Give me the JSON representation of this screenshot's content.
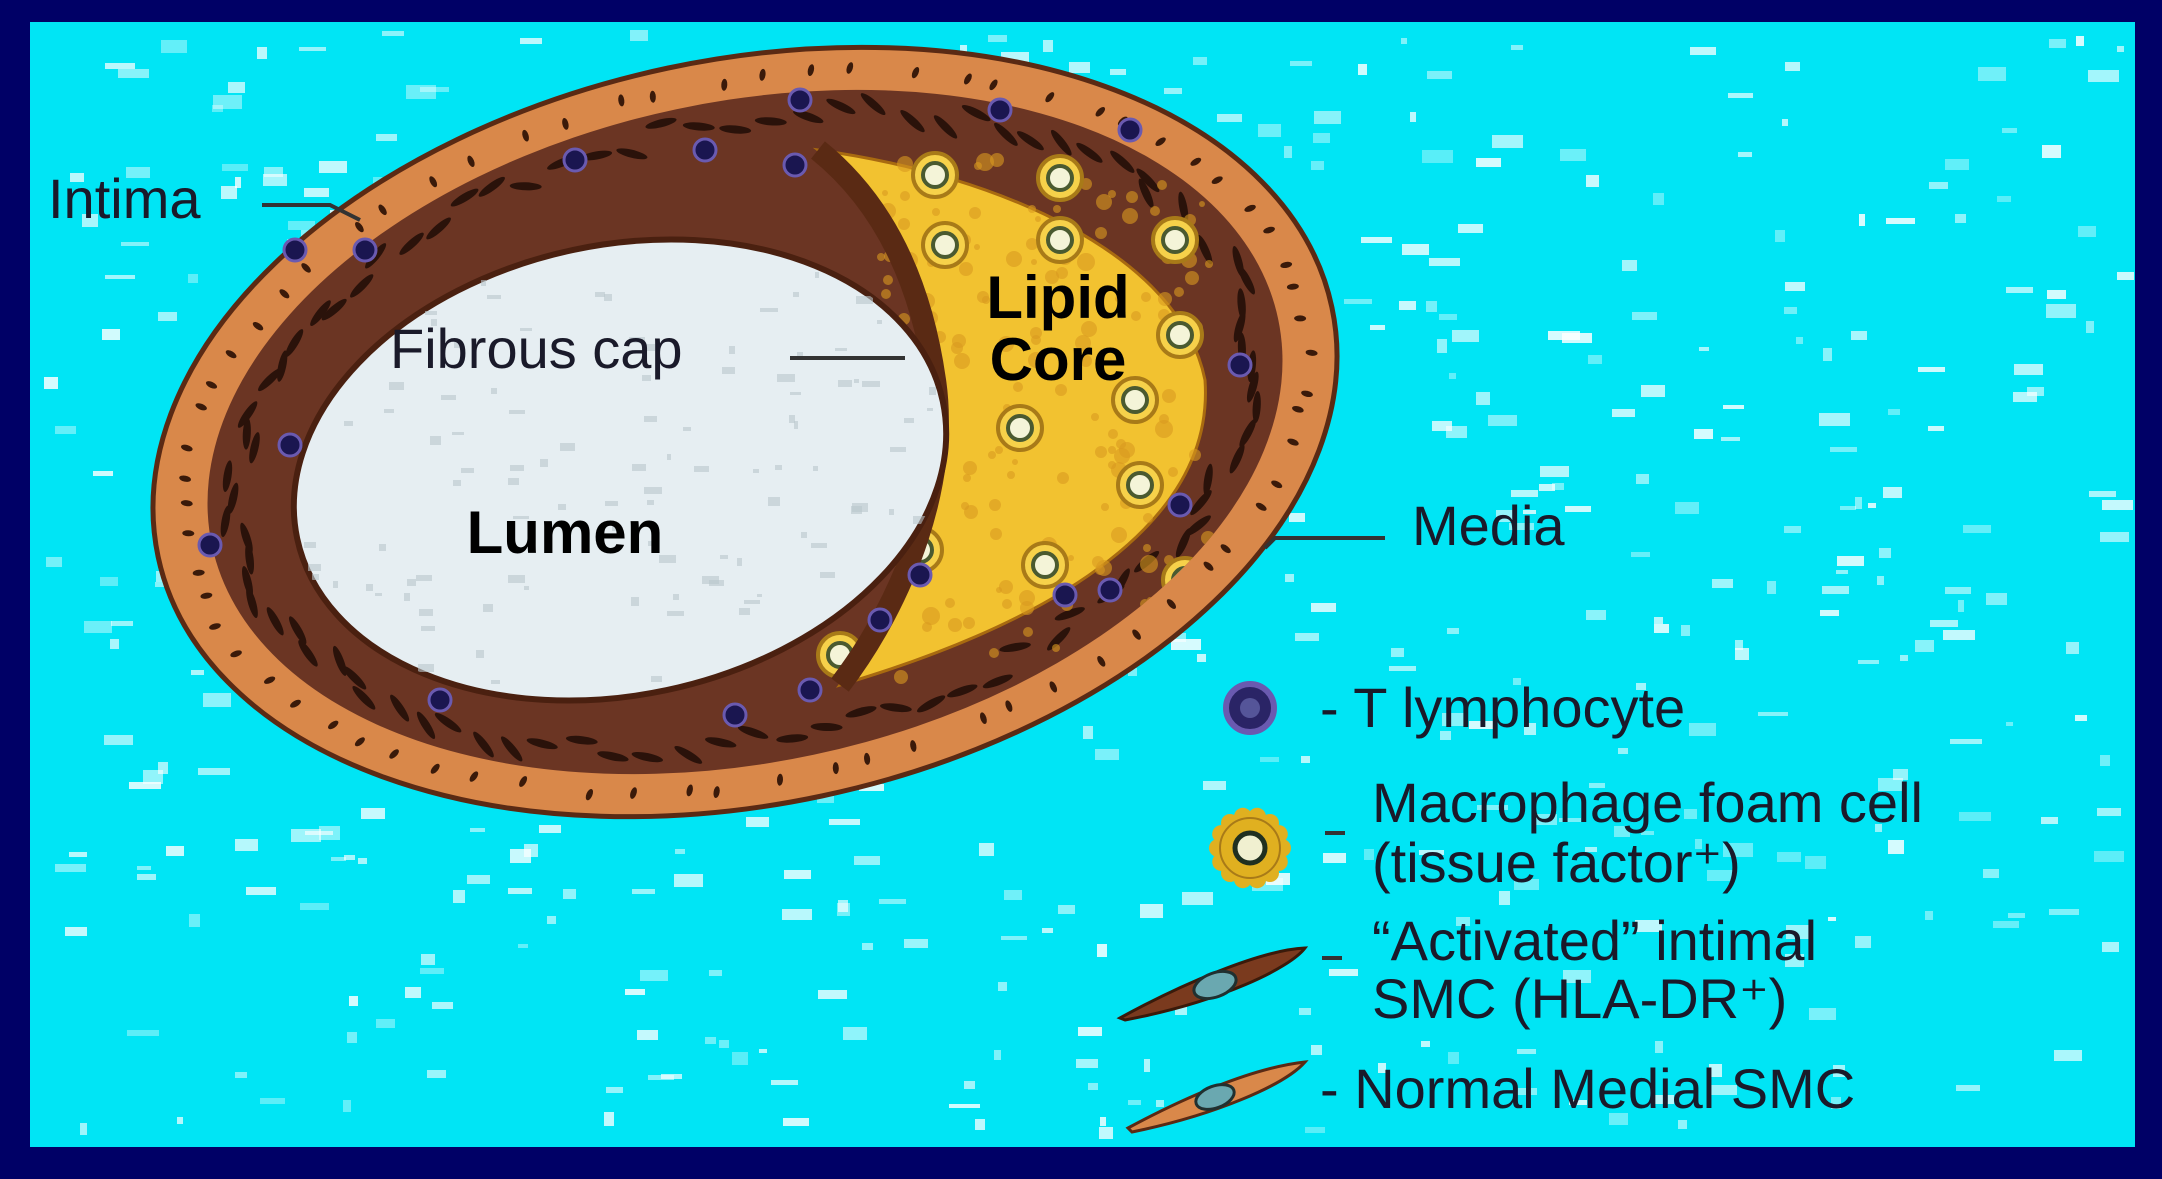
{
  "colors": {
    "frame": "#000066",
    "background": "#00e5f5",
    "lumen": "#e6eef2",
    "outer_wall": "#d9884a",
    "inner_wall": "#6b3523",
    "lipid_core": "#f2c230",
    "t_lymphocyte": "#2a2466",
    "macrophage": "#e0b020",
    "smc": "#7a3a1e"
  },
  "labels": {
    "intima": "Intima",
    "fibrous_cap": "Fibrous cap",
    "lipid_core_line1": "Lipid",
    "lipid_core_line2": "Core",
    "lumen": "Lumen",
    "media": "Media"
  },
  "legend": [
    {
      "icon": "t-lymphocyte-icon",
      "lines": [
        "- T lymphocyte"
      ]
    },
    {
      "icon": "macrophage-foam-cell-icon",
      "lines": [
        "Macrophage foam cell",
        "(tissue factor⁺)"
      ]
    },
    {
      "icon": "activated-smc-icon",
      "lines": [
        "“Activated” intimal",
        "SMC (HLA-DR⁺)"
      ]
    },
    {
      "icon": "normal-smc-icon",
      "lines": [
        "- Normal Medial SMC"
      ]
    }
  ]
}
